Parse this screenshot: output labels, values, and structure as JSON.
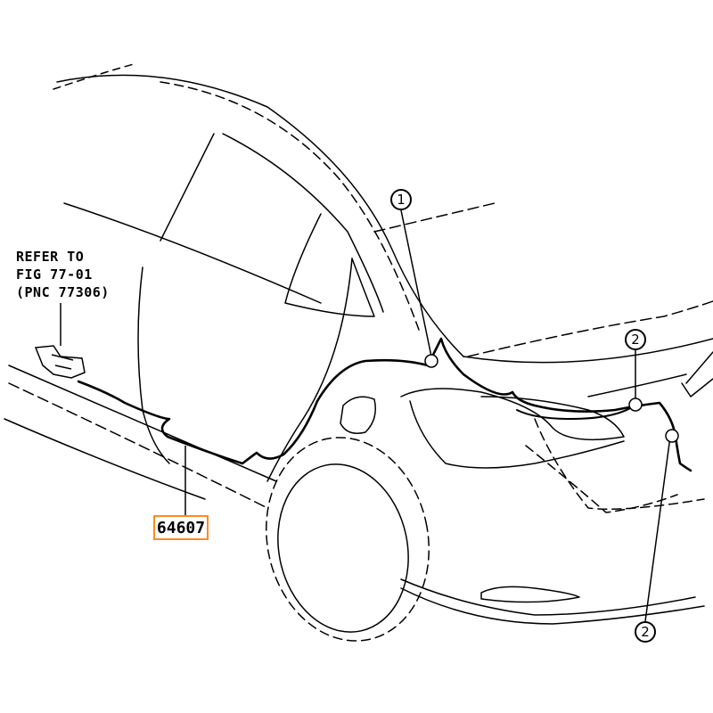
{
  "note": {
    "line1": "REFER TO",
    "line2": "FIG 77-01",
    "line3": "(PNC 77306)"
  },
  "part_number": "64607",
  "callouts": {
    "c1": "1",
    "c2_top": "2",
    "c2_bottom": "2"
  },
  "colors": {
    "line": "#000000",
    "highlight_border": "#ff8a1e",
    "background": "#ffffff"
  }
}
